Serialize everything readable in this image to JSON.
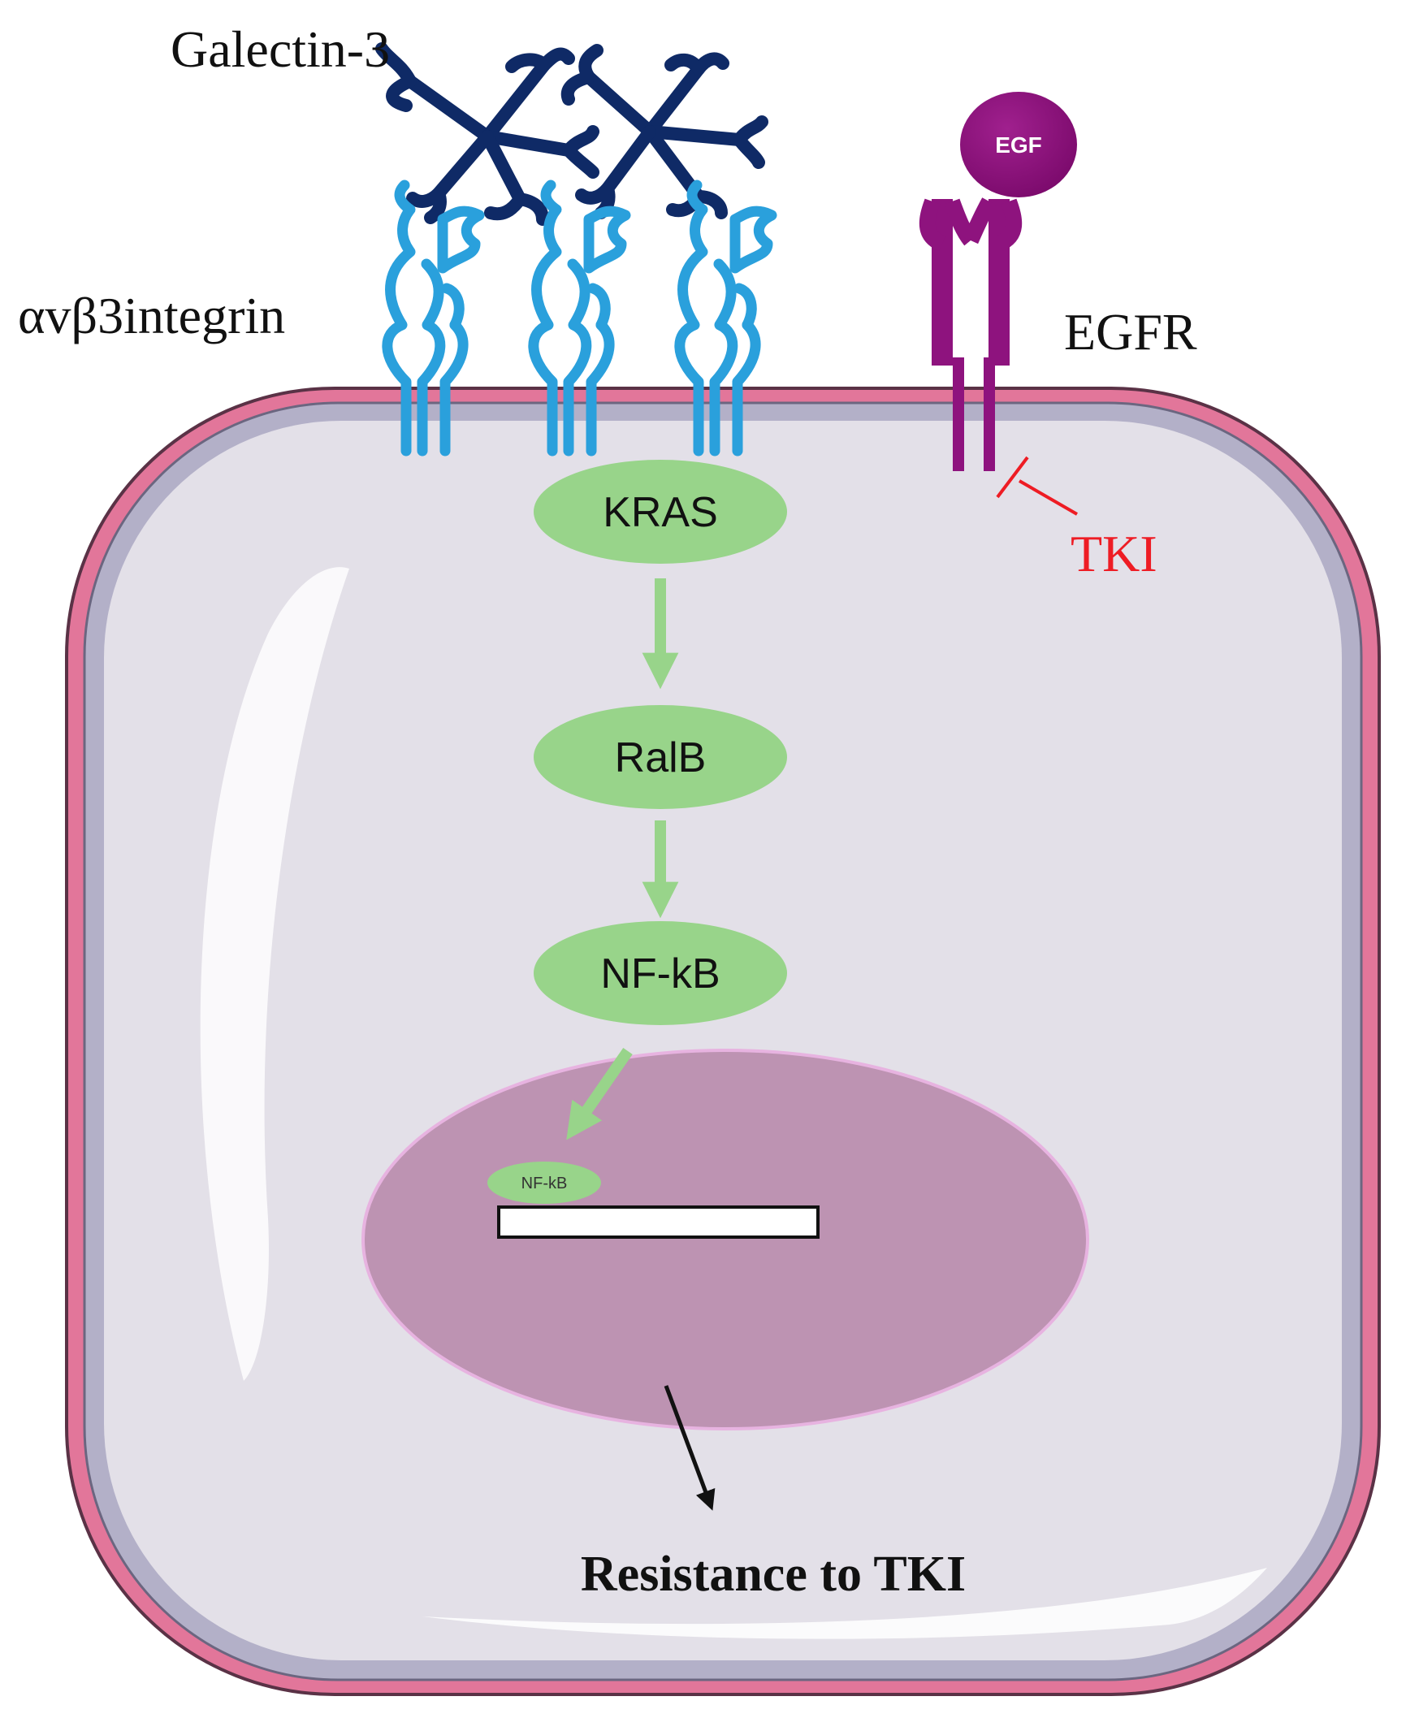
{
  "labels": {
    "galectin": "Galectin-3",
    "integrin": "αvβ3integrin",
    "egfr": "EGFR",
    "egf": "EGF",
    "tki": "TKI",
    "outcome": "Resistance to TKI"
  },
  "nodes": {
    "kras": "KRAS",
    "ralb": "RalB",
    "nfkb": "NF-kB",
    "nfkb_nuclear": "NF-kB"
  },
  "colors": {
    "membrane_outer": "#e2769a",
    "membrane_inner": "#b3b0c8",
    "cytoplasm": "#e3e0e8",
    "nucleus": "#bd93b2",
    "node_fill": "#98d48a",
    "arrow": "#98d48a",
    "integrin": "#2aa0dc",
    "galectin": "#0f2a66",
    "egfr": "#8e137e",
    "tki": "#ee1c24",
    "outcome_arrow": "#111111"
  }
}
